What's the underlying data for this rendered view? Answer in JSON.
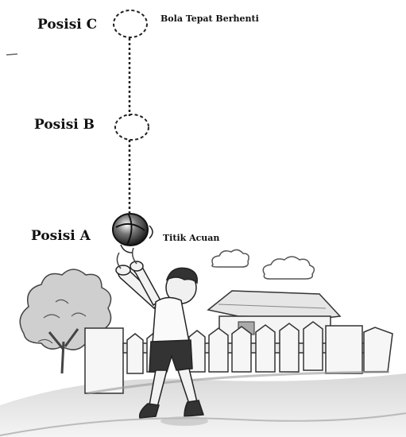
{
  "labels": {
    "position_c": "Posisi C",
    "position_b": "Posisi B",
    "position_a": "Posisi A",
    "ball_stops": "Bola Tepat Berhenti",
    "reference_point": "Titik Acuan"
  }
}
